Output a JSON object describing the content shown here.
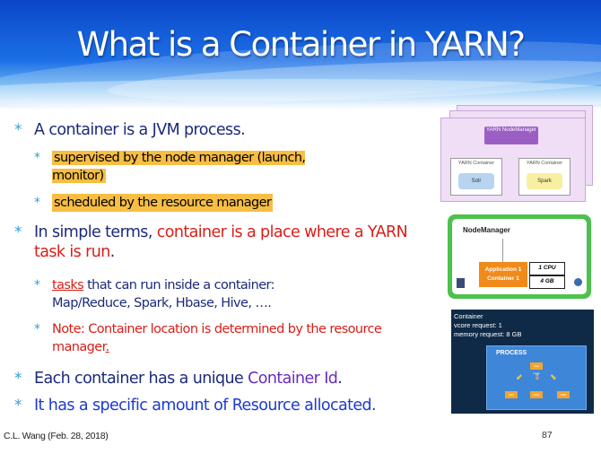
{
  "title": "What is a Container in YARN?",
  "bullets": {
    "b1": "A container is a JVM process.",
    "b1a": "supervised by the node manager (launch, monitor)",
    "b1b": "scheduled by the resource manager",
    "b2_pre": "In simple terms, ",
    "b2_red": "container is a place where a YARN task is run",
    "b2_post": ".",
    "b2a_link": "tasks",
    "b2a_rest": " that can run inside a container: Map/Reduce, Spark, Hbase, Hive, ….",
    "b2b_text": "Note: Container location is determined by the resource manager",
    "b2b_dot": ".",
    "b3_pre": "Each container has a unique ",
    "b3_em": "Container Id",
    "b3_post": ".",
    "b4": "It has a specific amount of Resource allocated."
  },
  "star": "*",
  "footer": {
    "author": "C.L. Wang (Feb. 28, 2018)",
    "page": "87"
  },
  "figure1": {
    "nodemanager": "YARN NodeManager",
    "container_left": "YARN Container",
    "container_right": "YARN Container",
    "app_left": "Solr",
    "app_right": "Spark"
  },
  "figure2": {
    "nodemanager": "NodeManager",
    "app": "Application 1 Container 1",
    "cpu": "1 CPU",
    "mem": "4 GB"
  },
  "figure3": {
    "line1": "Container",
    "line2": "vcore request: 1",
    "line3": "memory request: 8 GB",
    "process": "PROCESS",
    "chip_top": "Task Code",
    "chip_left": "CPU",
    "chip_mid": "RAM",
    "chip_right": "DISK"
  },
  "colors": {
    "title_band": "#1c6fe6",
    "highlight": "#f7be43",
    "bullet_star": "#2ea0d8",
    "red": "#d91e18",
    "navy": "#1b2a7a",
    "purple": "#6a2cc0"
  }
}
